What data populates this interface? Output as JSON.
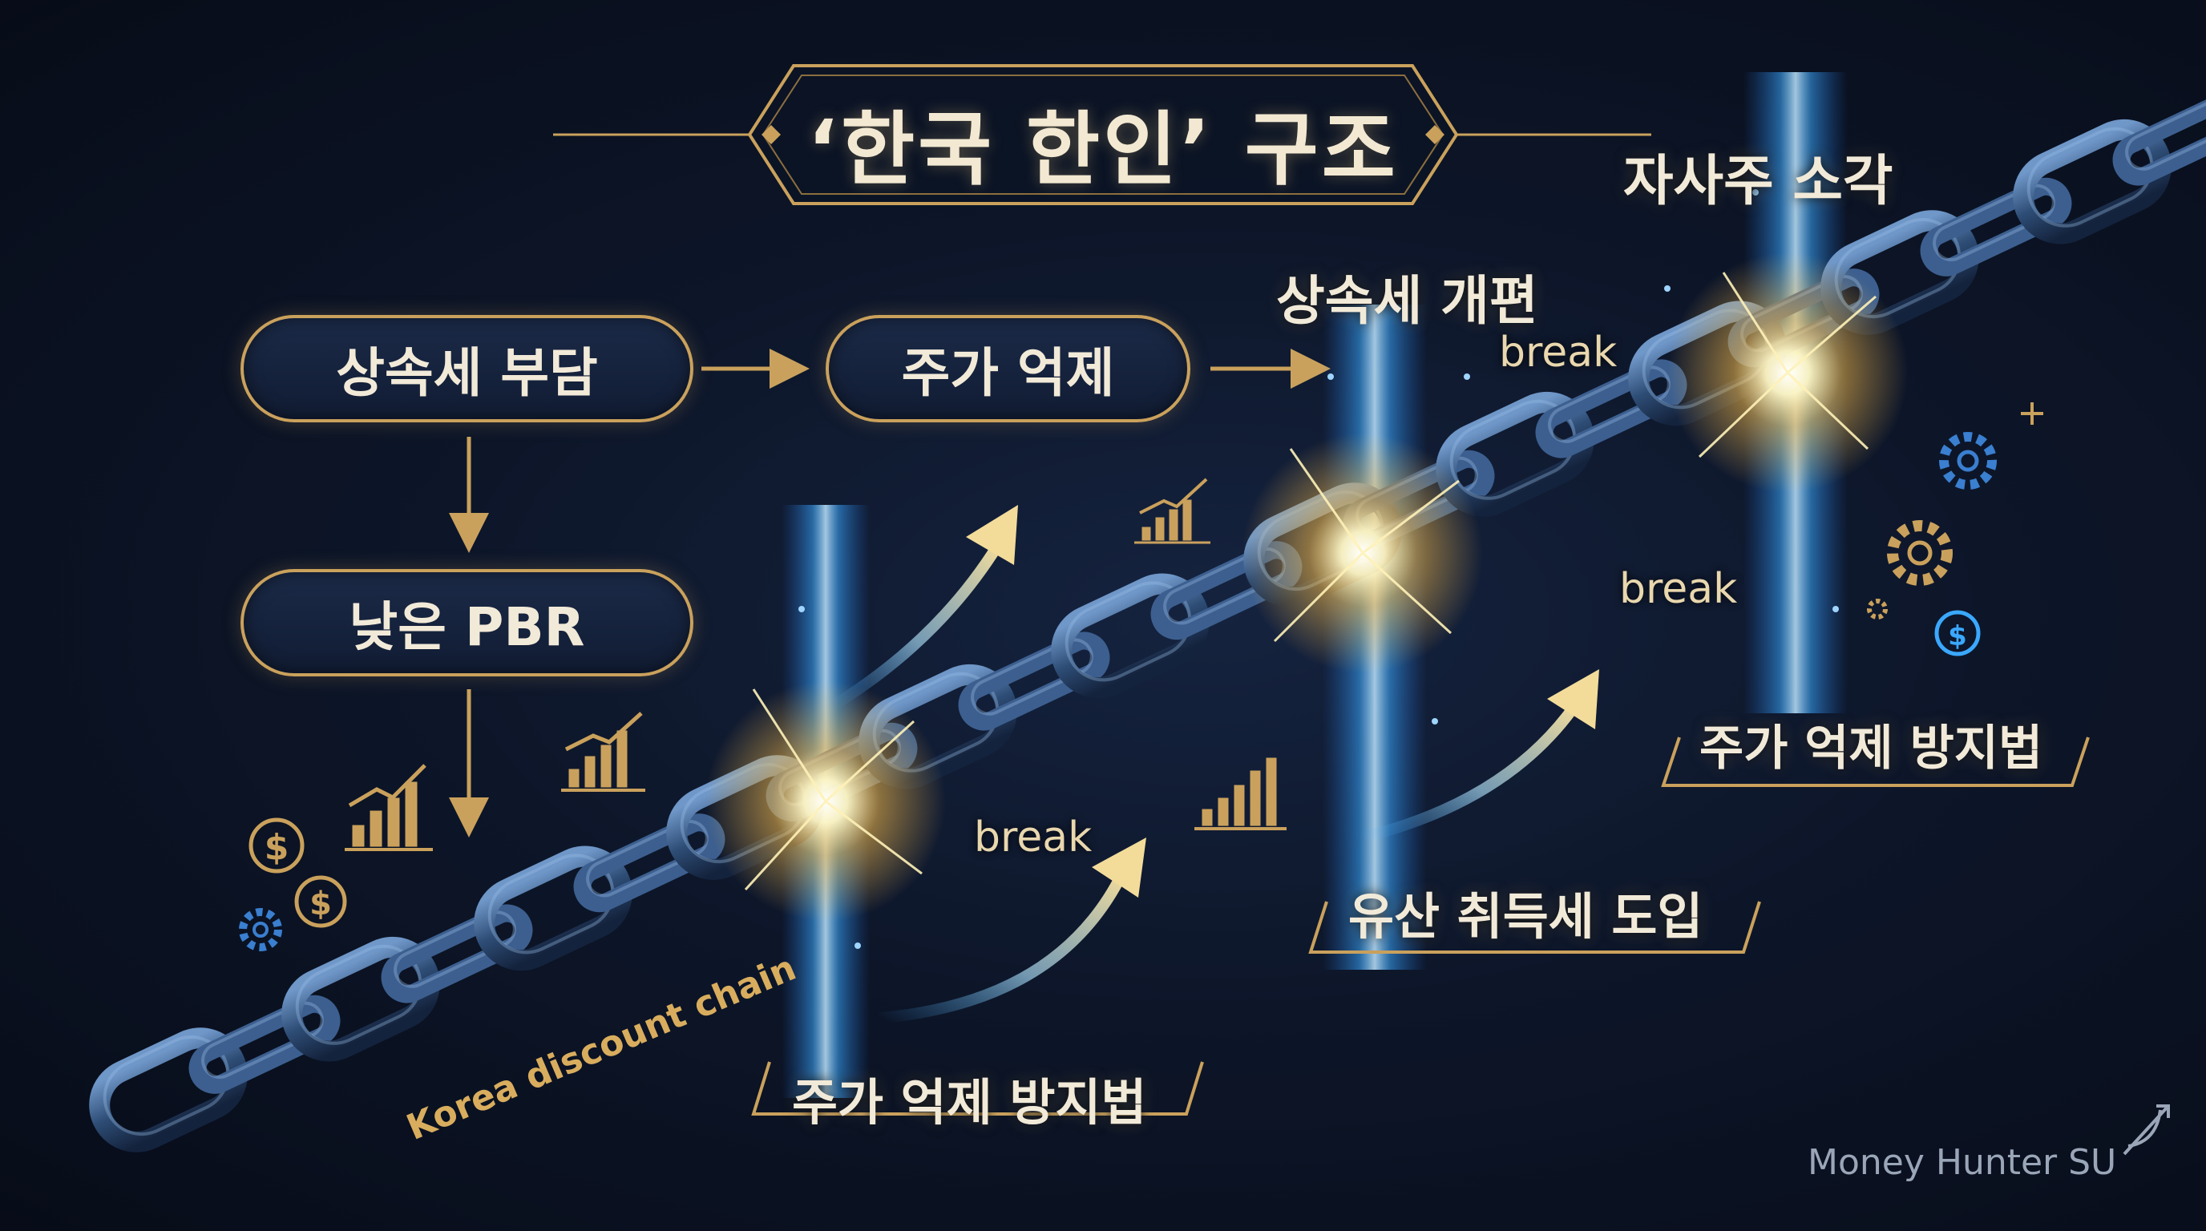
{
  "title": "‘한국 한인’ 구조",
  "boxes": {
    "inheritance_burden": "상속세 부담",
    "stock_suppression": "주가 억제",
    "low_pbr": "낮은 PBR"
  },
  "labels": {
    "reform_inheritance": "상속세 개편",
    "treasury_cancel": "자사주 소각",
    "anti_suppression_left": "주가 억제 방지법",
    "anti_suppression_right": "주가 억제 방지법",
    "legacy_acquisition_tax": "유산 취득세 도입",
    "break_1": "break",
    "break_2": "break",
    "break_3": "break",
    "chain_label": "Korea discount chain"
  },
  "brand": "Money Hunter SU",
  "colors": {
    "gold": "#caa15c",
    "chain": "#2e4d76",
    "glow": "#fff3b0",
    "beam": "#3aa8ff",
    "background": "#0d1629"
  },
  "icons": [
    "dollar-coin-icon",
    "gear-icon",
    "bar-chart-icon",
    "up-arrow-icon",
    "bow-arrow-icon"
  ]
}
